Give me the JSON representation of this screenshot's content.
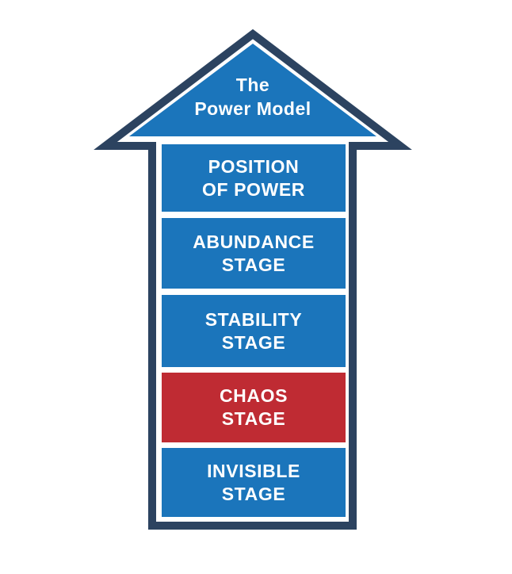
{
  "diagram": {
    "title": {
      "line1": "The",
      "line2": "Power Model"
    },
    "stages": [
      {
        "line1": "POSITION",
        "line2": "OF POWER",
        "color": "#1B75BB",
        "status": "blue"
      },
      {
        "line1": "ABUNDANCE",
        "line2": "STAGE",
        "color": "#1B75BB",
        "status": "blue"
      },
      {
        "line1": "STABILITY",
        "line2": "STAGE",
        "color": "#1B75BB",
        "status": "blue"
      },
      {
        "line1": "CHAOS",
        "line2": "STAGE",
        "color": "#BF2B33",
        "status": "red"
      },
      {
        "line1": "INVISIBLE",
        "line2": "STAGE",
        "color": "#1B75BB",
        "status": "blue"
      }
    ],
    "colors": {
      "blue": "#1B75BB",
      "red": "#BF2B33",
      "navy": "#2C4360",
      "text": "#FFFFFF",
      "background": "#FFFFFF"
    }
  }
}
